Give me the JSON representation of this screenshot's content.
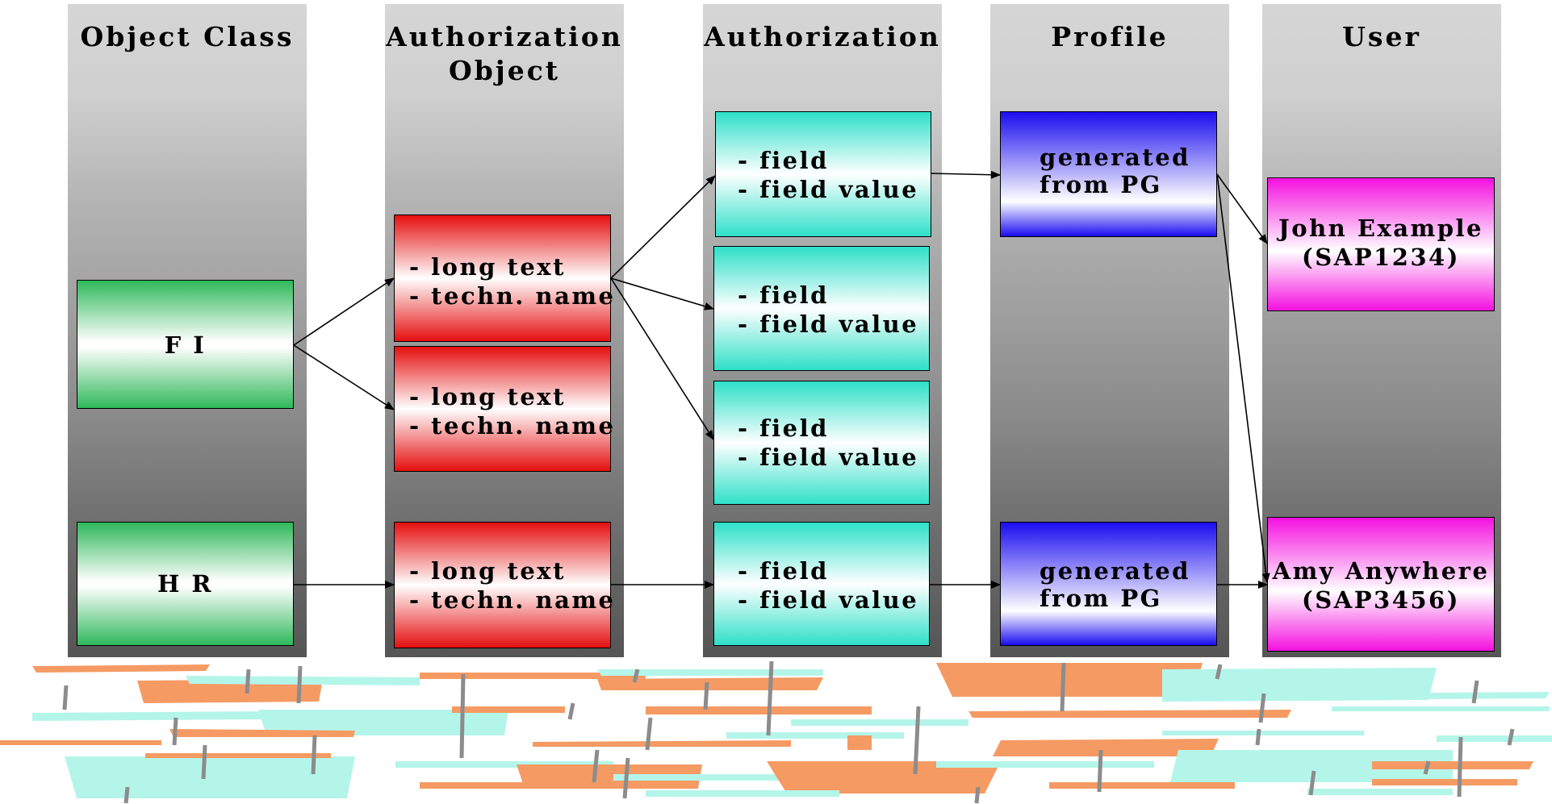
{
  "columns": [
    {
      "title": "Object Class"
    },
    {
      "title": "Authorization\nObject"
    },
    {
      "title": "Authorization"
    },
    {
      "title": "Profile"
    },
    {
      "title": "User"
    }
  ],
  "object_classes": [
    {
      "label": "F I"
    },
    {
      "label": "H R"
    }
  ],
  "auth_objects": [
    {
      "line1": "- long text",
      "line2": "- techn. name"
    },
    {
      "line1": "- long text",
      "line2": "- techn. name"
    },
    {
      "line1": "- long text",
      "line2": "- techn. name"
    }
  ],
  "authorizations": [
    {
      "line1": "- field",
      "line2": "- field value"
    },
    {
      "line1": "- field",
      "line2": "- field value"
    },
    {
      "line1": "- field",
      "line2": "- field value"
    },
    {
      "line1": "- field",
      "line2": "- field value"
    }
  ],
  "profiles": [
    {
      "line1": "generated",
      "line2": "from PG"
    },
    {
      "line1": "generated",
      "line2": "from PG"
    }
  ],
  "users": [
    {
      "line1": "John Example",
      "line2": "(SAP1234)"
    },
    {
      "line1": "Amy Anywhere",
      "line2": "(SAP3456)"
    }
  ],
  "colors": {
    "object_class": "#2fb85a",
    "auth_object": "#e50f0f",
    "authorization": "#2ee0c8",
    "profile": "#1a0df0",
    "user": "#f510e0",
    "stripe_orange": "#f59a63",
    "stripe_cyan": "#b4f5ea"
  }
}
